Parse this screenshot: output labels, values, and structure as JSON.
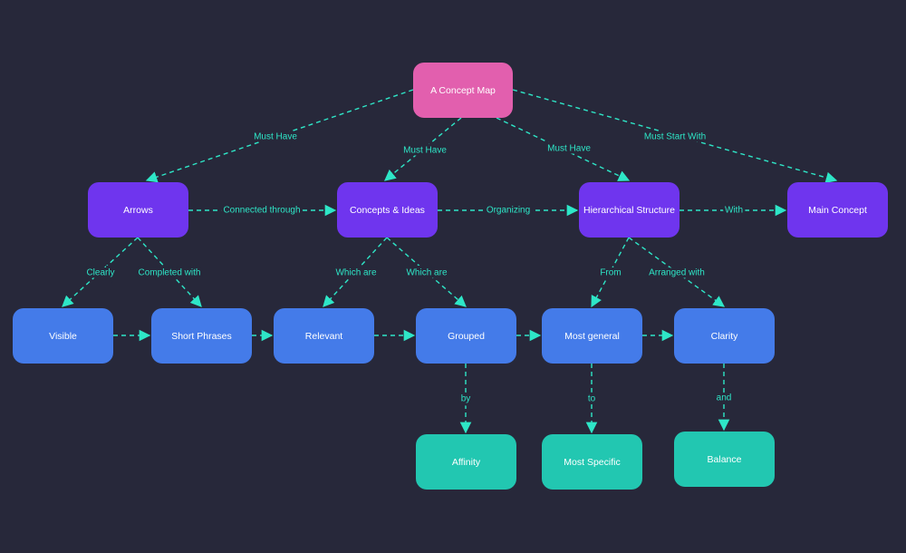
{
  "colors": {
    "background": "#27283a",
    "root": "#e25fae",
    "level1": "#6f35ee",
    "level2": "#447be9",
    "leaf": "#22c7b1",
    "connector": "#2ee6c7"
  },
  "nodes": {
    "root": "A Concept Map",
    "arrows": "Arrows",
    "concepts": "Concepts & Ideas",
    "hierarchical": "Hierarchical Structure",
    "main": "Main Concept",
    "visible": "Visible",
    "short": "Short Phrases",
    "relevant": "Relevant",
    "grouped": "Grouped",
    "general": "Most general",
    "clarity": "Clarity",
    "affinity": "Affinity",
    "specific": "Most Specific",
    "balance": "Balance"
  },
  "edges": [
    {
      "from": "root",
      "to": "arrows",
      "label": "Must Have"
    },
    {
      "from": "root",
      "to": "concepts",
      "label": "Must Have"
    },
    {
      "from": "root",
      "to": "hierarchical",
      "label": "Must Have"
    },
    {
      "from": "root",
      "to": "main",
      "label": "Must Start With"
    },
    {
      "from": "arrows",
      "to": "concepts",
      "label": "Connected through"
    },
    {
      "from": "concepts",
      "to": "hierarchical",
      "label": "Organizing"
    },
    {
      "from": "hierarchical",
      "to": "main",
      "label": "With"
    },
    {
      "from": "arrows",
      "to": "visible",
      "label": "Clearly"
    },
    {
      "from": "arrows",
      "to": "short",
      "label": "Completed with"
    },
    {
      "from": "concepts",
      "to": "relevant",
      "label": "Which are"
    },
    {
      "from": "concepts",
      "to": "grouped",
      "label": "Which are"
    },
    {
      "from": "hierarchical",
      "to": "general",
      "label": "From"
    },
    {
      "from": "hierarchical",
      "to": "clarity",
      "label": "Arranged with"
    },
    {
      "from": "visible",
      "to": "short",
      "label": ""
    },
    {
      "from": "short",
      "to": "relevant",
      "label": ""
    },
    {
      "from": "relevant",
      "to": "grouped",
      "label": ""
    },
    {
      "from": "grouped",
      "to": "general",
      "label": ""
    },
    {
      "from": "general",
      "to": "clarity",
      "label": ""
    },
    {
      "from": "grouped",
      "to": "affinity",
      "label": "by"
    },
    {
      "from": "general",
      "to": "specific",
      "label": "to"
    },
    {
      "from": "clarity",
      "to": "balance",
      "label": "and"
    }
  ]
}
